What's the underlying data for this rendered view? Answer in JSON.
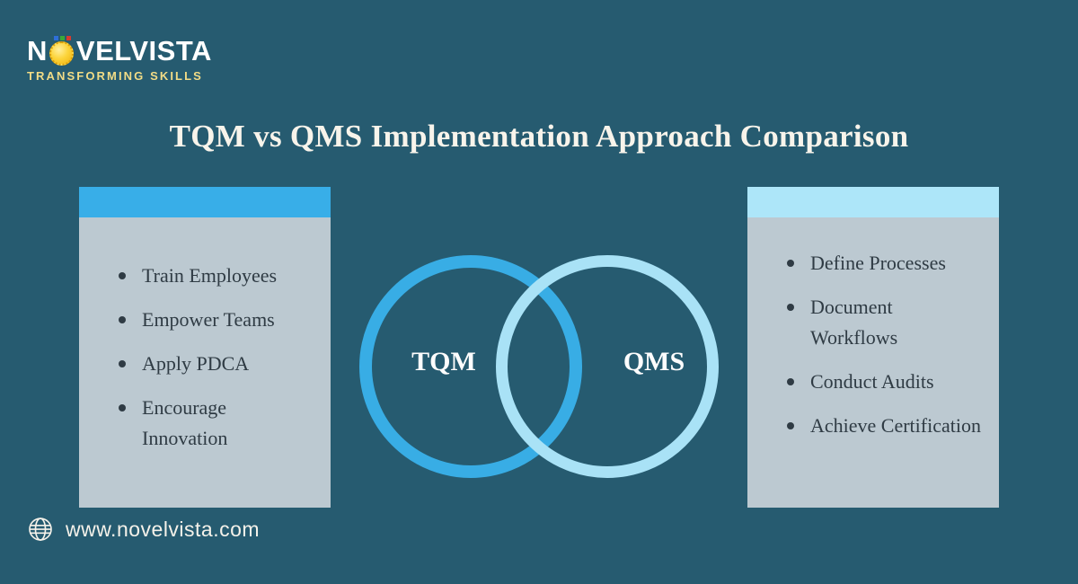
{
  "brand": {
    "logo_part1": "N",
    "logo_part2": "VELVISTA",
    "logo_icon": "sun-badge-icon",
    "tagline": "TRANSFORMING SKILLS"
  },
  "title": "TQM vs QMS Implementation Approach Comparison",
  "left_card": {
    "items": [
      "Train Employees",
      "Empower Teams",
      "Apply PDCA",
      "Encourage Innovation"
    ]
  },
  "right_card": {
    "items": [
      "Define Processes",
      "Document Workflows",
      "Conduct Audits",
      "Achieve Certification"
    ]
  },
  "venn": {
    "left_label": "TQM",
    "right_label": "QMS"
  },
  "footer": {
    "icon": "globe-icon",
    "website": "www.novelvista.com"
  },
  "colors": {
    "background": "#265B70",
    "left_card_header": "#38AEE8",
    "right_card_header": "#ADE6F9",
    "card_body": "#BCC9D1",
    "card_text": "#2F3B44",
    "tqm_circle": "#38ADE5",
    "qms_circle": "#A9E2F6",
    "title_text": "#F8F4EB",
    "tagline_text": "#F2DC86",
    "sun_yellow": "#FCD43A"
  }
}
